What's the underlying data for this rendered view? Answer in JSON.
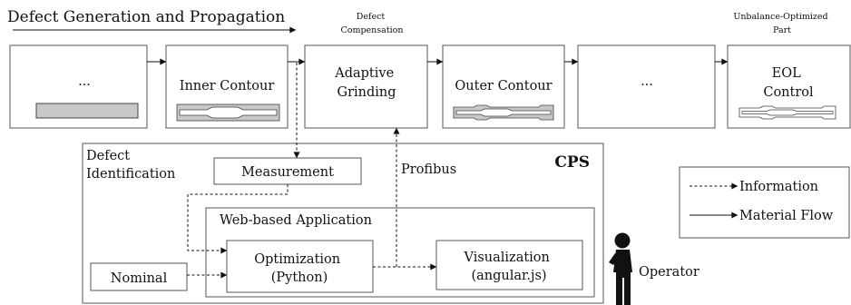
{
  "header": {
    "title": "Defect Generation and Propagation",
    "compensation_note": [
      "Defect",
      "Compensation"
    ],
    "unbalance_note": [
      "Unbalance-Optimized",
      "Part"
    ]
  },
  "process_steps": [
    {
      "label": [
        "..."
      ]
    },
    {
      "label": [
        "Inner Contour"
      ]
    },
    {
      "label": [
        "Adaptive",
        "Grinding"
      ]
    },
    {
      "label": [
        "Outer Contour"
      ]
    },
    {
      "label": [
        "..."
      ]
    },
    {
      "label": [
        "EOL",
        "Control"
      ]
    }
  ],
  "cps": {
    "title": "CPS",
    "defect_identification": [
      "Defect",
      "Identification"
    ],
    "measurement": "Measurement",
    "profibus": "Profibus",
    "web_app_title": "Web-based Application",
    "optimization": [
      "Optimization",
      "(Python)"
    ],
    "visualization": [
      "Visualization",
      "(angular.js)"
    ],
    "nominal": "Nominal"
  },
  "operator_label": "Operator",
  "legend": {
    "information": "Information",
    "material_flow": "Material Flow"
  }
}
